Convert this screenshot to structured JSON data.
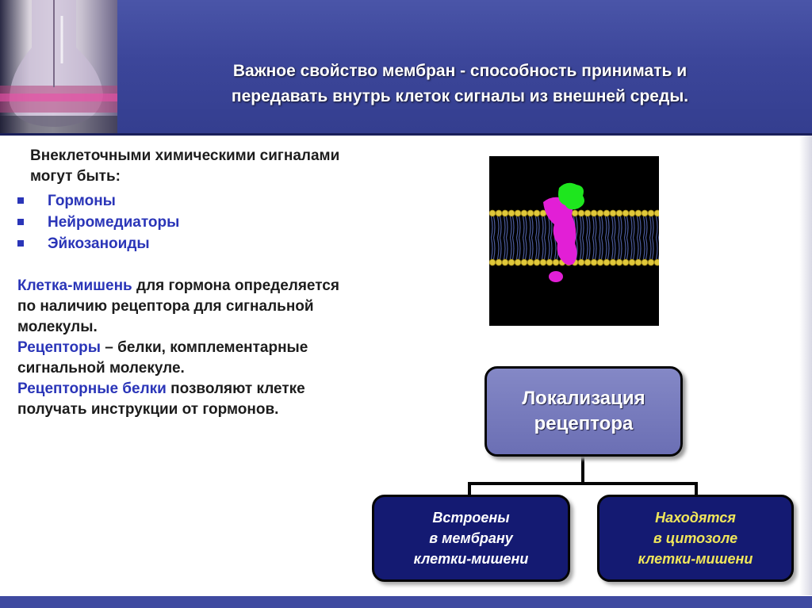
{
  "header": {
    "title_line1": "Важное свойство мембран - способность принимать и",
    "title_line2": "передавать внутрь клеток сигналы из внешней среды.",
    "color": "#3c469a"
  },
  "content": {
    "intro_line1": "Внеклеточными химическими сигналами",
    "intro_line2": "могут быть:",
    "bullets": [
      "Гормоны",
      "Нейромедиаторы",
      "Эйкозаноиды"
    ],
    "p1_term": "Клетка-мишень",
    "p1_rest_a": " для гормона определяется",
    "p1_rest_b": "по наличию рецептора для сигнальной",
    "p1_rest_c": "молекулы.",
    "p2_term": "Рецепторы",
    "p2_rest_a": " – белки, комплементарные",
    "p2_rest_b": "сигнальной молекуле.",
    "p3_term": "Рецепторные белки",
    "p3_rest_a": " позволяют клетке",
    "p3_rest_b": "получать инструкции от гормонов."
  },
  "diagram": {
    "root_line1": "Локализация",
    "root_line2": "рецептора",
    "left_line1": "Встроены",
    "left_line2": "в  мембрану",
    "left_line3": "клетки-мишени",
    "right_line1": "Находятся",
    "right_line2": "в цитозоле",
    "right_line3": "клетки-мишени",
    "highlight_color": "#f0e65a",
    "box_color": "#141a72"
  }
}
